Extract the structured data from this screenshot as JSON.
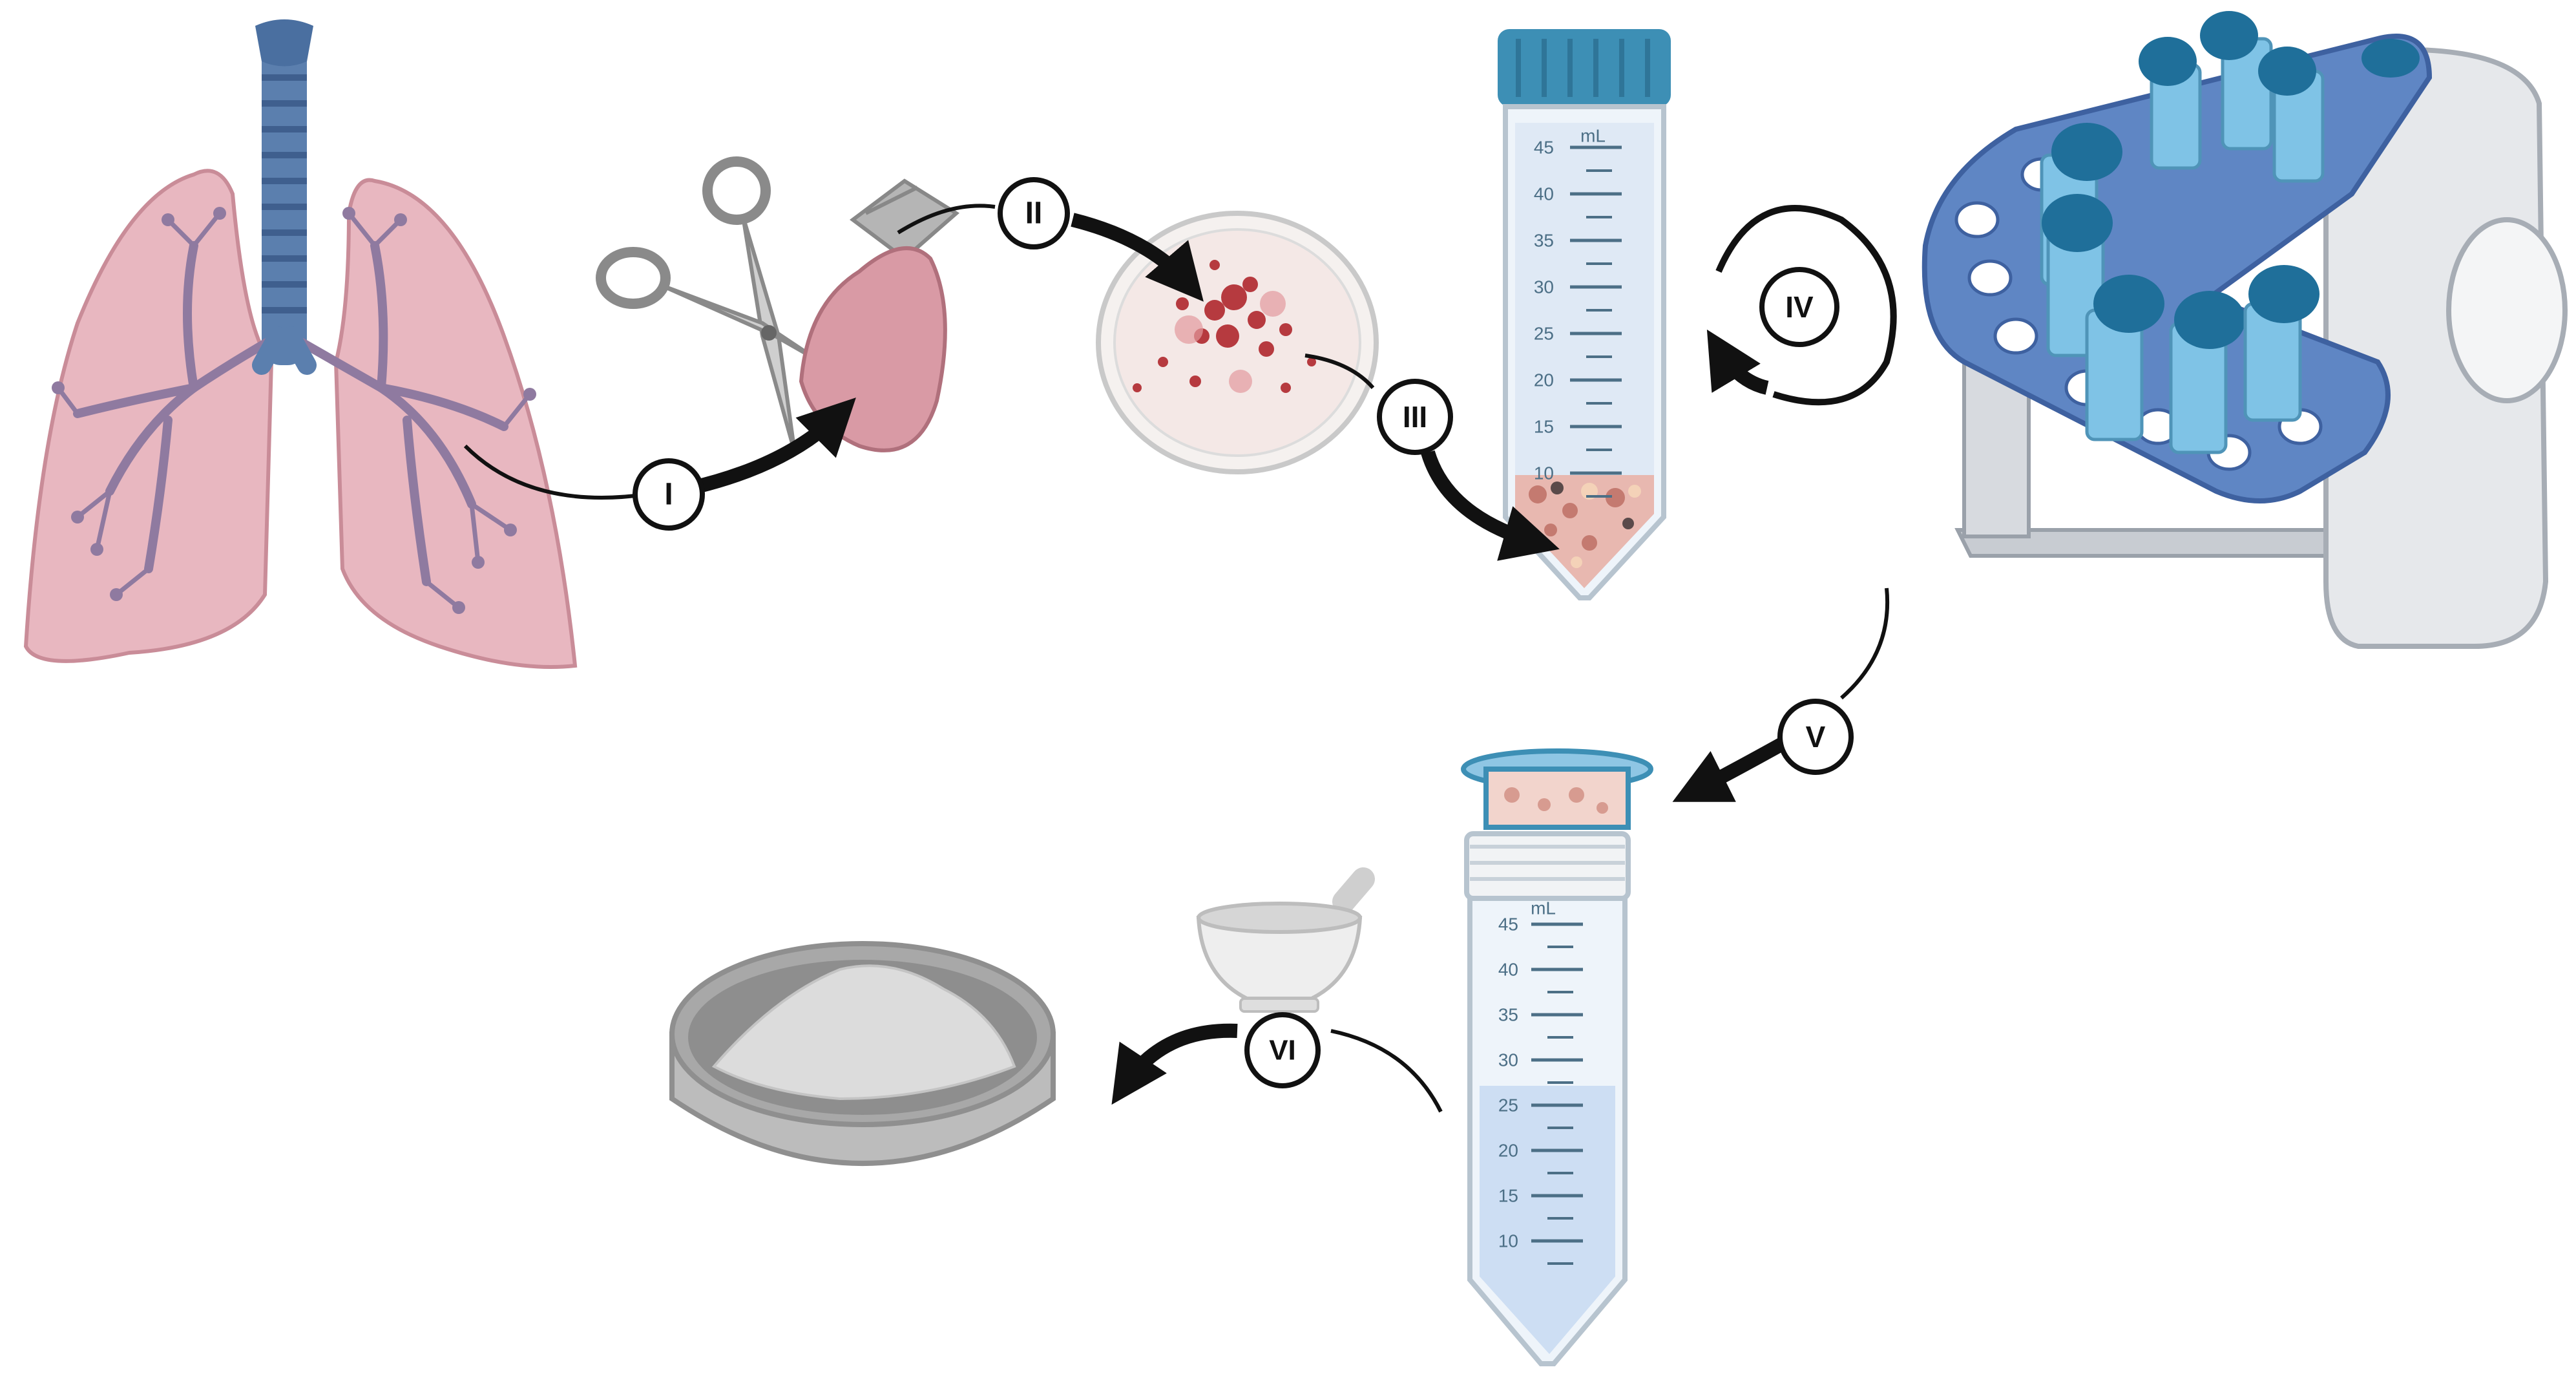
{
  "steps": [
    "I",
    "II",
    "III",
    "IV",
    "V",
    "VI"
  ],
  "tube_unit": "mL",
  "tube_ticks": [
    "45",
    "40",
    "35",
    "30",
    "25",
    "20",
    "15",
    "10"
  ],
  "colors": {
    "lung": "#e8b7c0",
    "lung_edge": "#c98c98",
    "airway": "#5b7fae",
    "tube_cap": "#3d8fb5",
    "rotator_blue": "#5f86c4",
    "powder": "#dcdcdc",
    "arrow": "#111111"
  }
}
